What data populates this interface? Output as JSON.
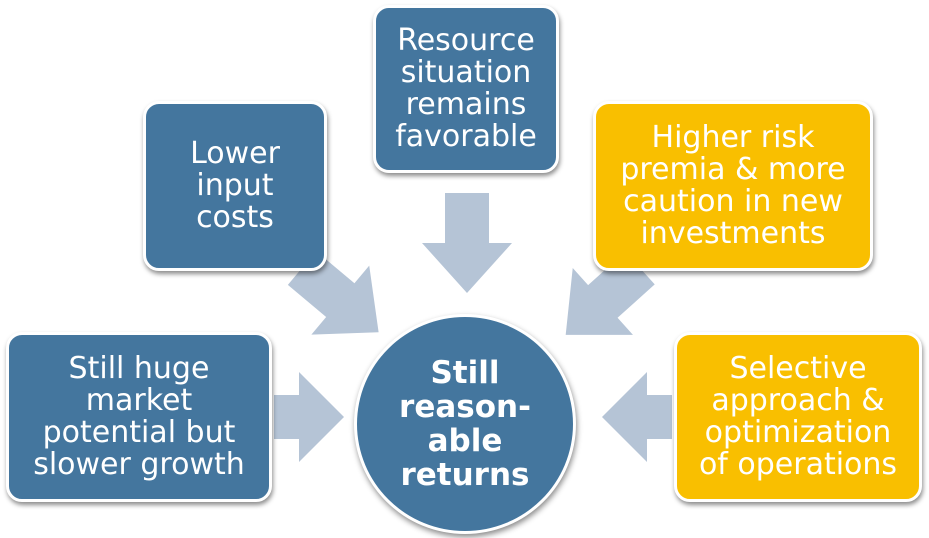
{
  "center": {
    "text": "Still\nreason-\nable\nreturns"
  },
  "boxes": [
    {
      "id": "lower-input-costs",
      "text": "Lower\ninput\ncosts",
      "color": "#44769e"
    },
    {
      "id": "resource-situation",
      "text": "Resource\nsituation\nremains\nfavorable",
      "color": "#44769e"
    },
    {
      "id": "higher-risk-premia",
      "text": "Higher risk\npremia & more\ncaution in new\ninvestments",
      "color": "#f9bf00"
    },
    {
      "id": "market-potential",
      "text": "Still huge\nmarket\npotential but\nslower growth",
      "color": "#44769e"
    },
    {
      "id": "selective-approach",
      "text": "Selective\napproach &\noptimization\nof operations",
      "color": "#f9bf00"
    }
  ],
  "arrow_color": "#b5c4d6"
}
